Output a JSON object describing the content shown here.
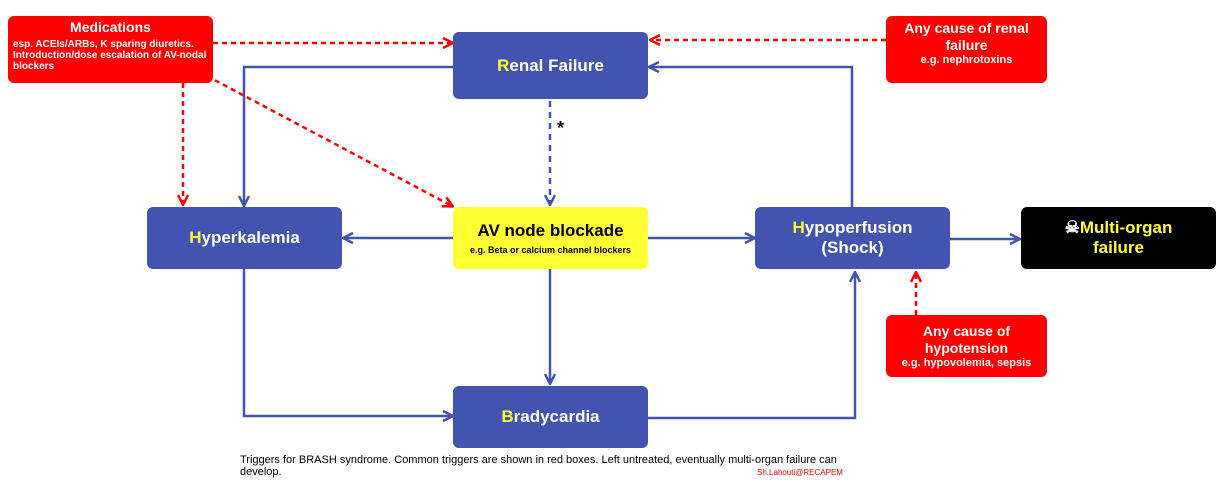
{
  "nodes": {
    "renal_failure": {
      "initial": "R",
      "rest": "enal Failure"
    },
    "hyperkalemia": {
      "initial": "H",
      "rest": "yperkalemia"
    },
    "av_node": {
      "title": "AV node blockade",
      "subtitle": "e.g. Beta or calcium channel blockers"
    },
    "hypoperfusion": {
      "initial": "H",
      "rest": "ypoperfusion",
      "line2": "(Shock)"
    },
    "bradycardia": {
      "initial": "B",
      "rest": "radycardia"
    },
    "multi_organ": {
      "icon": "skull-crossbones-icon",
      "glyph": "☠",
      "line1": "Multi-organ",
      "line2": "failure"
    }
  },
  "triggers": {
    "medications": {
      "title": "Medications",
      "detail": "esp. ACEIs/ARBs, K sparing diuretics. Introduction/dose escalation of AV-nodal blockers"
    },
    "renal_cause": {
      "title": "Any cause of renal failure",
      "detail": "e.g. nephrotoxins"
    },
    "hypotension_cause": {
      "title": "Any cause of hypotension",
      "detail": "e.g. hypovolemia, sepsis"
    }
  },
  "star_note": "*",
  "caption": "Triggers for BRASH syndrome. Common triggers are shown in red boxes. Left untreated, eventually multi-organ failure can develop.",
  "credit": "Sh.Lahouti@RECAPEM",
  "colors": {
    "node_blue": "#4253b0",
    "trigger_red": "#ff0000",
    "av_yellow": "#ffff33",
    "initial_yellow": "#ffff33",
    "arrow_blue": "#4253b0",
    "arrow_red": "#ff0000"
  }
}
